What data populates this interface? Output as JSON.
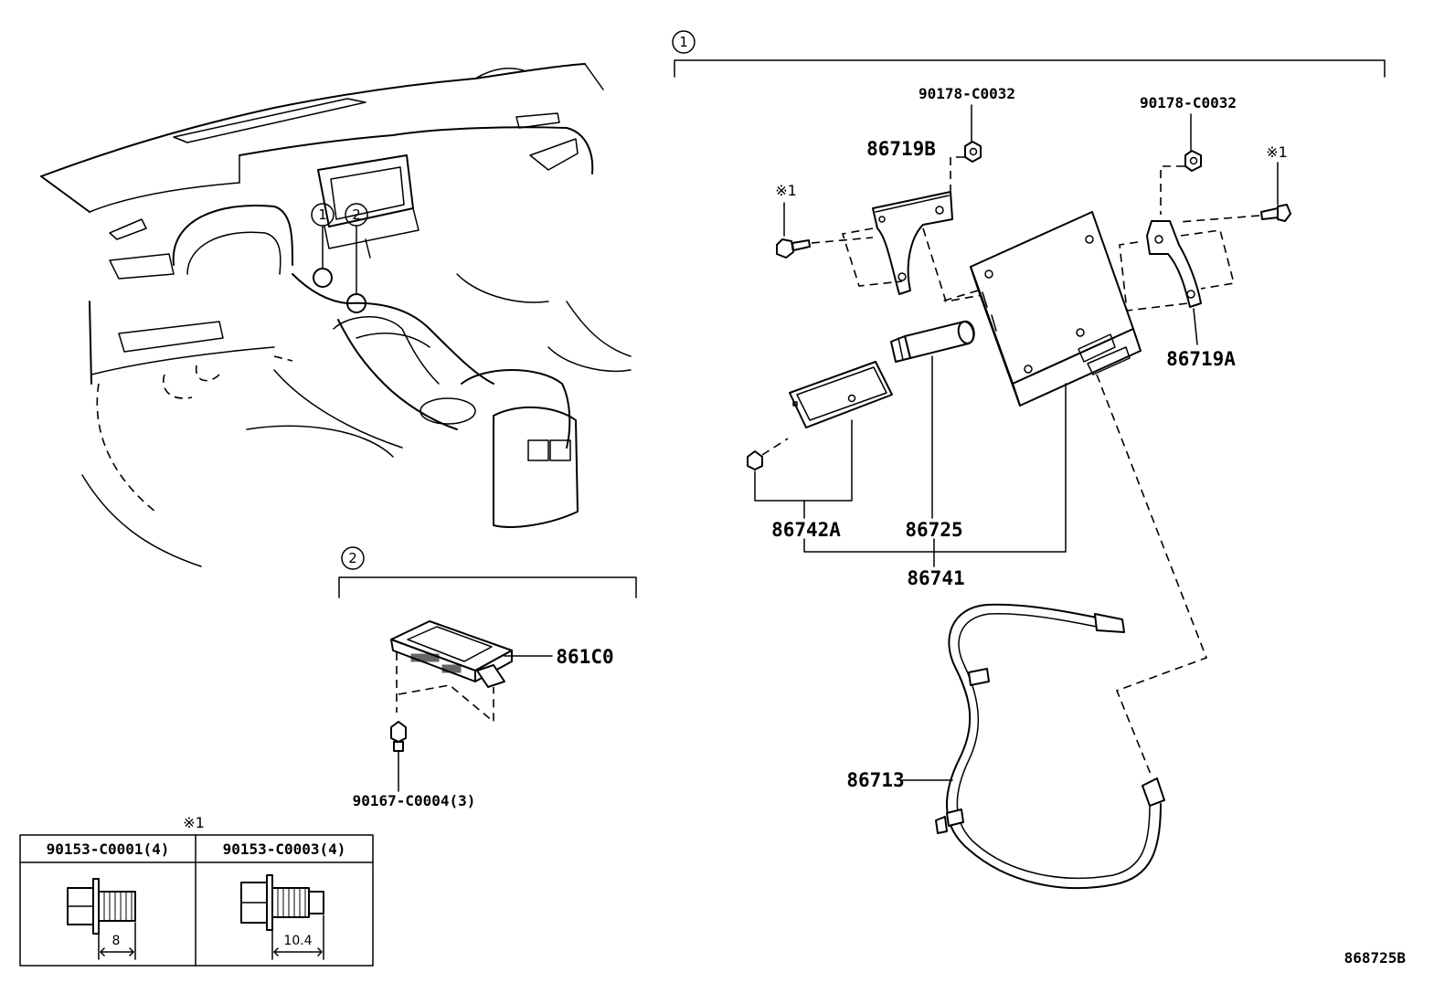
{
  "callouts": {
    "group1": "1",
    "group2": "2",
    "loc1": "1",
    "loc2": "2"
  },
  "parts": {
    "bolt_top_left": "90178-C0032",
    "bolt_top_right": "90178-C0032",
    "bracket_b": "86719B",
    "bracket_a": "86719A",
    "ref_mark": "※1",
    "cover": "86742A",
    "cylinder": "86725",
    "assembly": "86741",
    "harness": "86713",
    "module": "861C0",
    "screw": "90167-C0004(3)"
  },
  "legend_table": {
    "title": "※1",
    "col1_header": "90153-C0001(4)",
    "col2_header": "90153-C0003(4)",
    "col1_dim": "8",
    "col2_dim": "10.4"
  },
  "diagram_id": "868725B"
}
